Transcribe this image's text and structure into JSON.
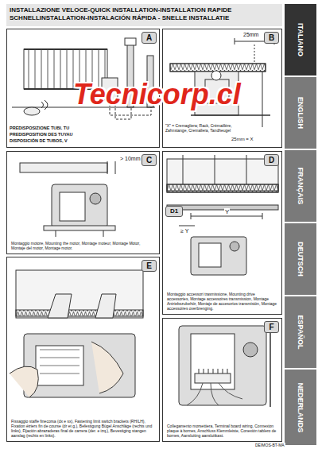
{
  "diagram": {
    "nodes": [
      {
        "text": [
          "INSTALLAZIONE VELOCE-QUICK INSTALLATION-INSTALLATION RAPIDE SCHNELLINSTALLATION-INSTALACIÓN RÁPIDA - SNELLE INSTALLATIE"
        ]
      },
      {
        "text": [
          "ITALIANO"
        ]
      },
      {
        "text": [
          "ENGLISH"
        ]
      },
      {
        "text": [
          "FRANÇAIS"
        ]
      },
      {
        "text": [
          "DEUTSCH"
        ]
      },
      {
        "text": [
          "ESPAÑOL"
        ]
      },
      {
        "text": [
          "NEDERLANDS"
        ]
      },
      {
        "text": [
          "A"
        ]
      },
      {
        "text": [
          "B"
        ]
      },
      {
        "text": [
          "C",
          "Montaggio motore, Mounting the motor, Montage moteur, Montage Motor, Montaje del motor, Montage motor."
        ]
      },
      {
        "text": [
          "D",
          "Montaggio accessori trasmissione, Mounting drive accessories, Montage accessoires transmission, Montage Antriebszubehör, Montaje de accesorios transmisión, Montage accessoires overbrenging."
        ]
      },
      {
        "text": [
          "D1"
        ],
        "in": 10
      },
      {
        "text": [
          "E",
          "Fissaggio staffe finecorsa (dx e sx), Fastening limit switch brackets (RH/LH), Fixation étriers fin de course (dr et g.), Befestigung Bügel Anschläge (rechts und links), Fijación abrazaderas final de carrera (der. e izq.), Bevestiging stangen aanslag (rechts en links)."
        ]
      },
      {
        "text": [
          "F",
          "Collegamento morsettiera, Terminal board wiring, Connexion plaque à bornes, Anschluss Klemmleiste, Conexión tablero de bornes, Aansluiting aansluitkast."
        ]
      }
    ],
    "labels": [
      "Tecnicorp.cl",
      "PREDISPOSIZIONE TUBI. TU",
      "PREDISPOSITION DES TUYAU",
      "DISPOSICIÓN DE TUBOS, V",
      "25mm",
      "\"X\" = Cremagliera; Rack, Crémaillère, Zahnstange, Cremallera, Tandheugel",
      "25mm = X",
      "> 10mm",
      "Y",
      "≥ Y",
      "DEIMOS-BT-MA"
    ]
  }
}
